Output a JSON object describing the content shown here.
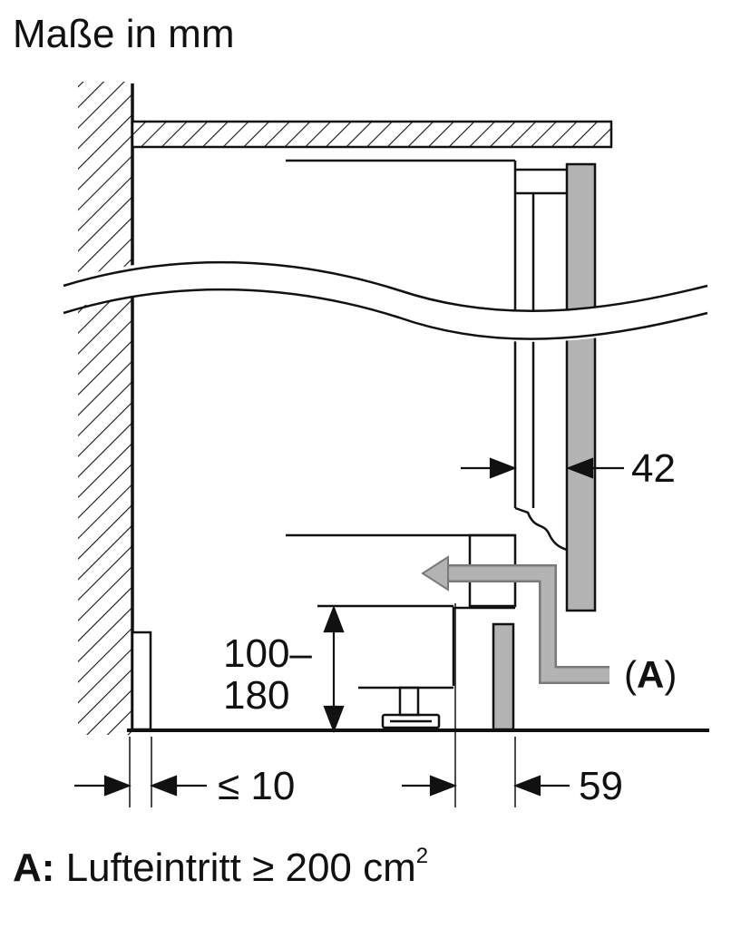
{
  "title": "Maße in mm",
  "labels": {
    "panel_thickness": "42",
    "plinth_height_line1": "100–",
    "plinth_height_line2": "180",
    "air_marker": "(A)",
    "wall_gap": "≤ 10",
    "plinth_setback": "59"
  },
  "legend": {
    "key": "A:",
    "text": "Lufteintritt ≥ 200 cm",
    "superscript": "2"
  },
  "colors": {
    "line": "#111111",
    "panel_fill": "#b3b3b3",
    "airflow_arrow": "#b0b0b0"
  }
}
